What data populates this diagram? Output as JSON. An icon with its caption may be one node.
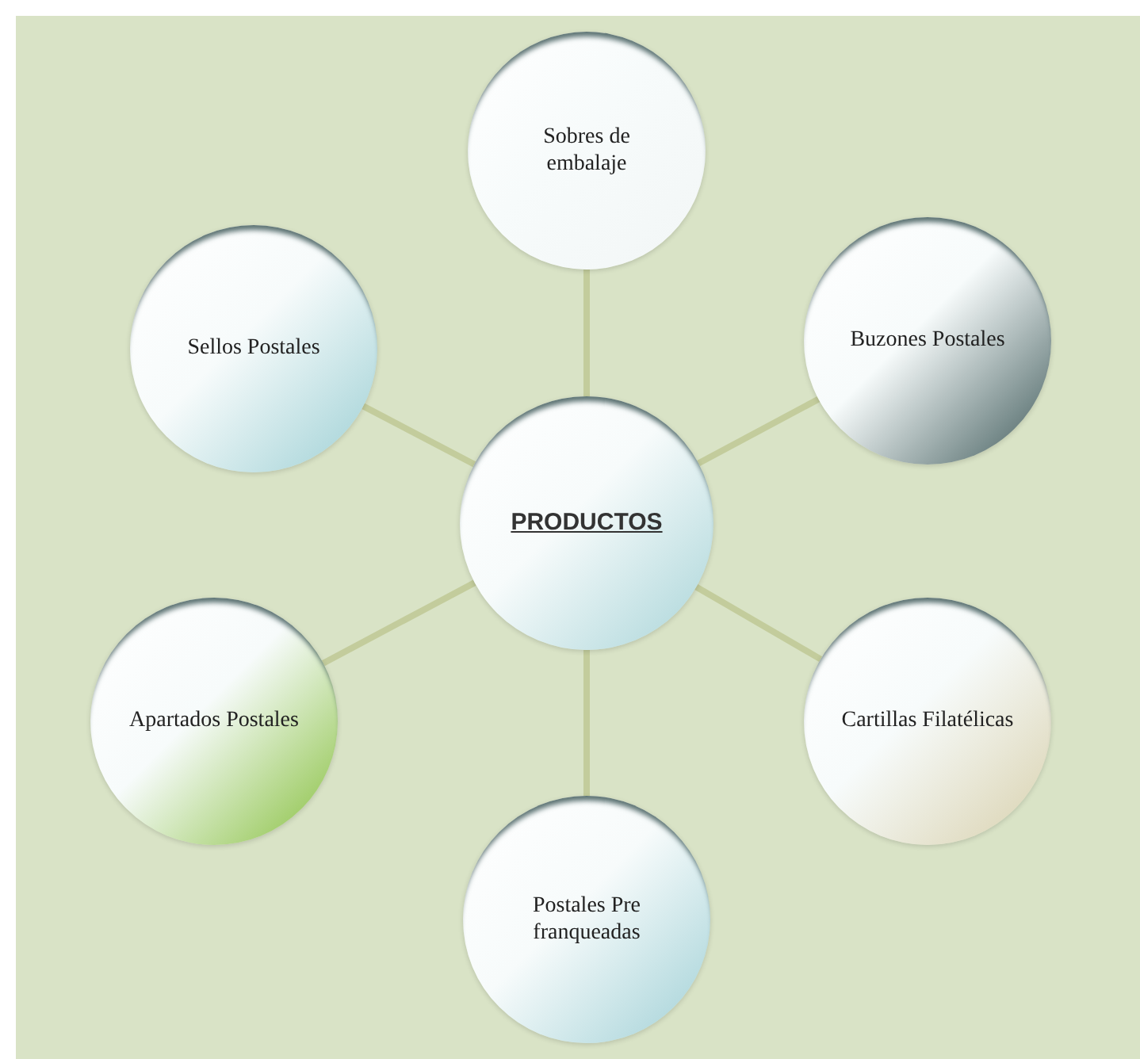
{
  "diagram": {
    "nodes": [
      {
        "text": [
          "PRODUCTOS"
        ]
      },
      {
        "text": [
          "Sobres de embalaje"
        ]
      },
      {
        "text": [
          "Sellos Postales"
        ]
      },
      {
        "text": [
          "Buzones Postales"
        ]
      },
      {
        "text": [
          "Apartados Postales"
        ]
      },
      {
        "text": [
          "Cartillas Filatélicas"
        ]
      },
      {
        "text": [
          "Postales Pre franqueadas"
        ]
      }
    ],
    "edges": [
      {
        "from": 0,
        "to": 1,
        "arrow": "none"
      },
      {
        "from": 0,
        "to": 2,
        "arrow": "none"
      },
      {
        "from": 0,
        "to": 3,
        "arrow": "none"
      },
      {
        "from": 0,
        "to": 4,
        "arrow": "none"
      },
      {
        "from": 0,
        "to": 5,
        "arrow": "none"
      },
      {
        "from": 0,
        "to": 6,
        "arrow": "none"
      }
    ]
  }
}
